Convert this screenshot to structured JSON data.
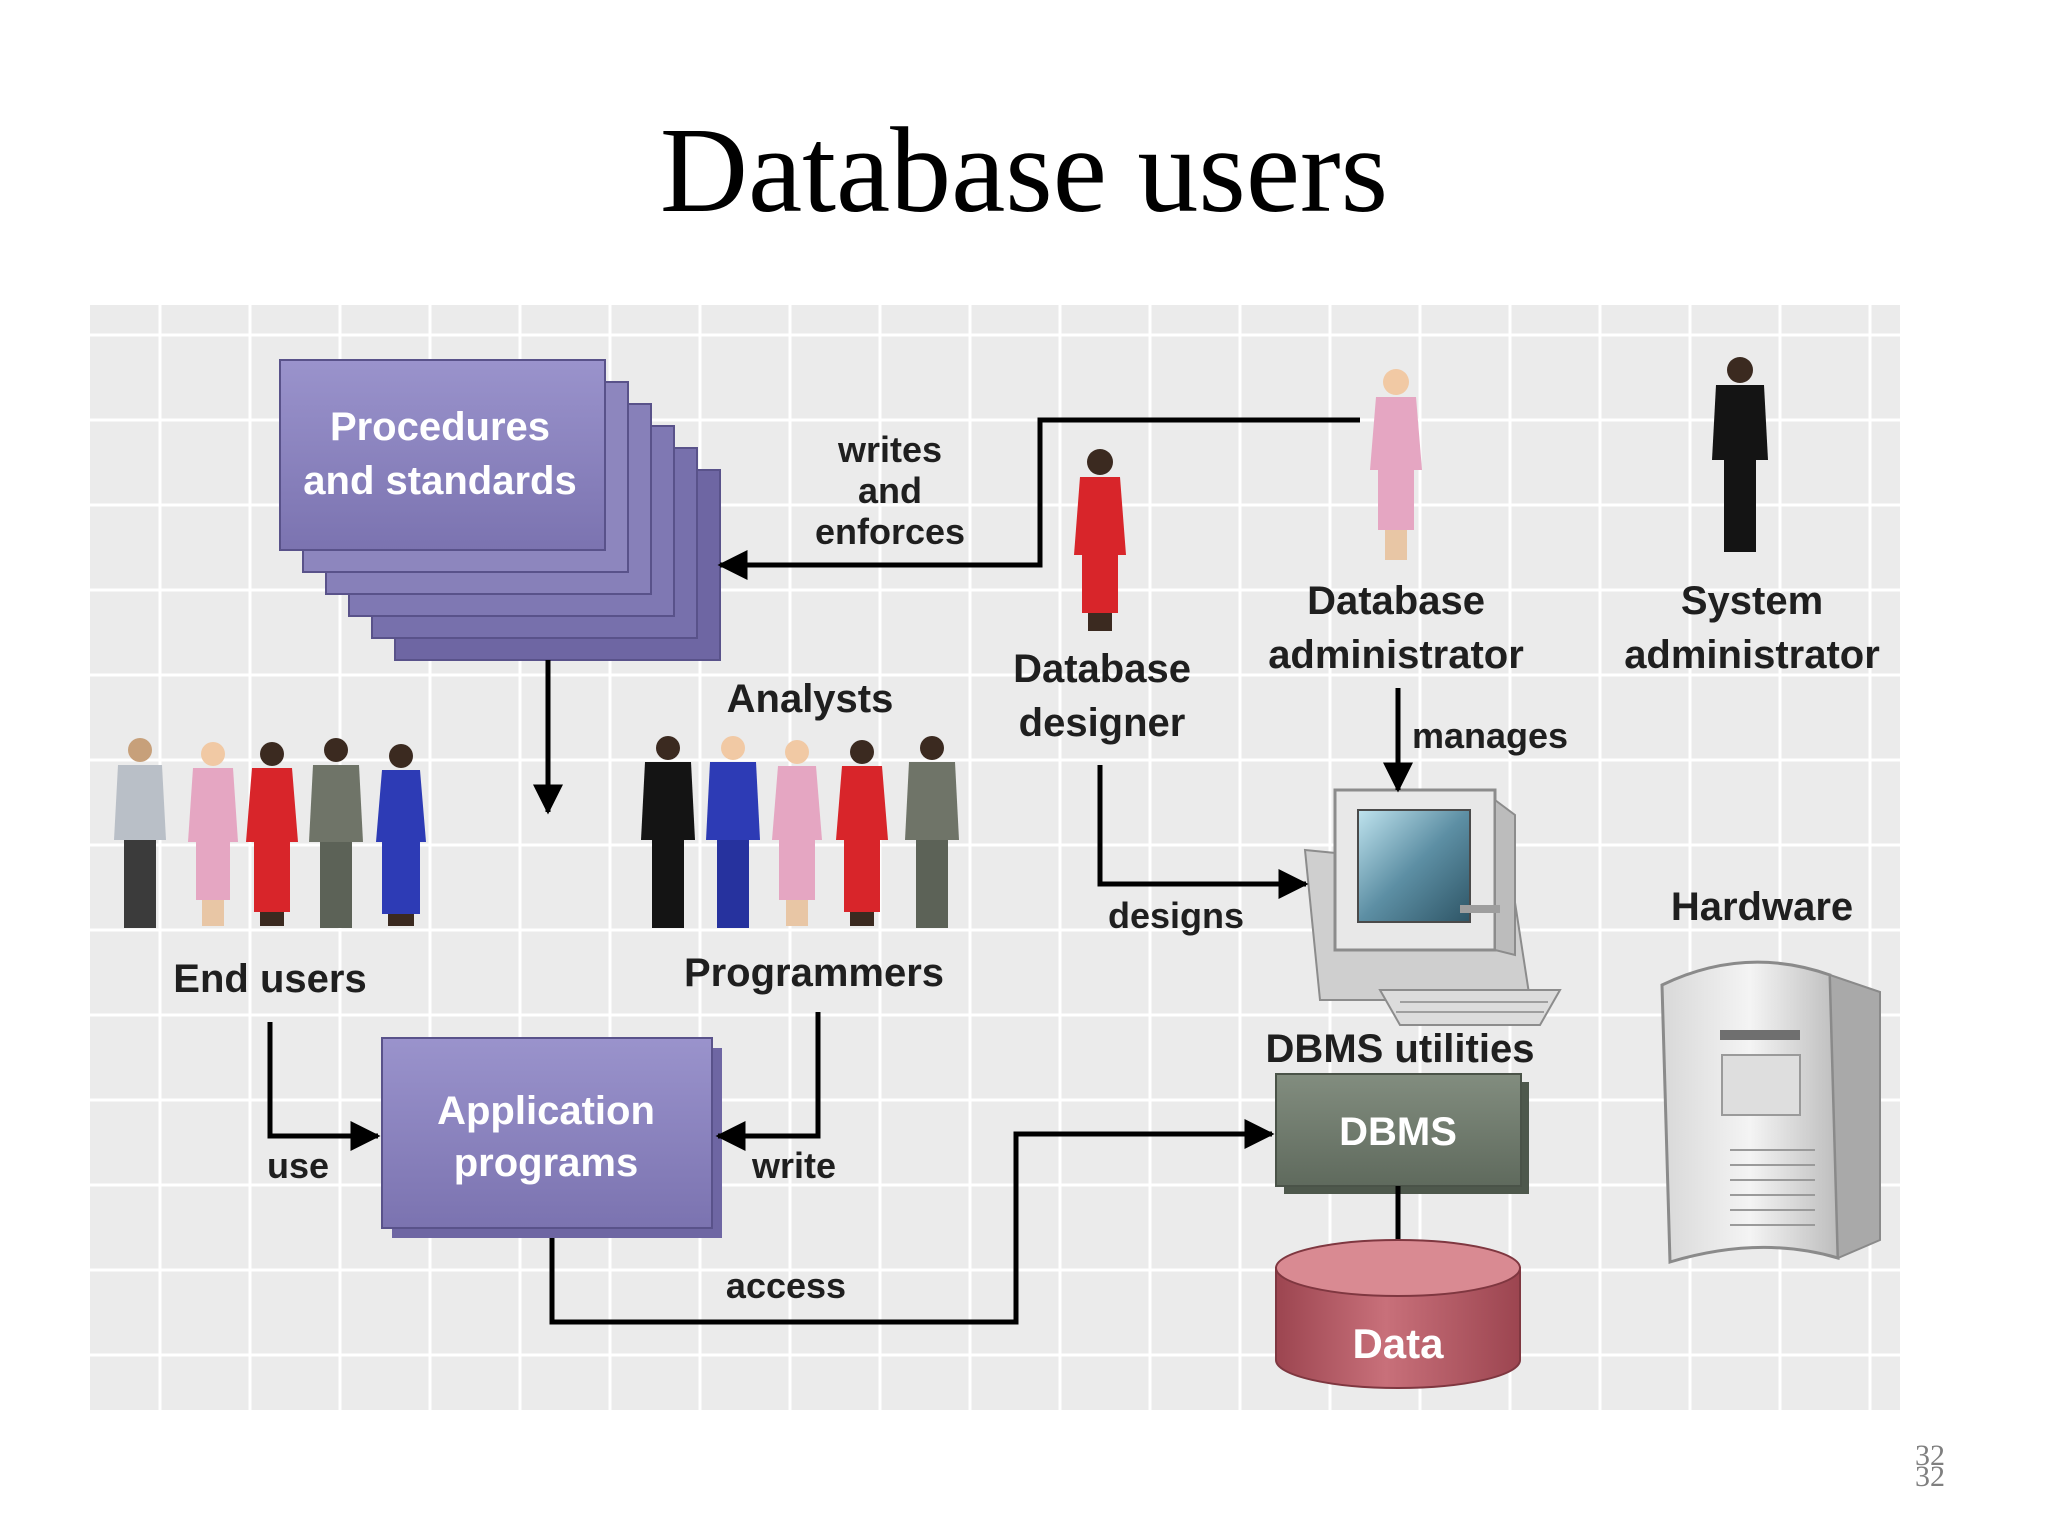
{
  "slide": {
    "title": "Database users",
    "page_number": "32"
  },
  "diagram": {
    "boxes": {
      "procedures_line1": "Procedures",
      "procedures_line2": "and standards",
      "application_line1": "Application",
      "application_line2": "programs",
      "dbms": "DBMS",
      "data": "Data"
    },
    "actors": {
      "end_users": "End users",
      "analysts": "Analysts",
      "programmers": "Programmers",
      "db_designer_line1": "Database",
      "db_designer_line2": "designer",
      "db_admin_line1": "Database",
      "db_admin_line2": "administrator",
      "sys_admin_line1": "System",
      "sys_admin_line2": "administrator"
    },
    "labels": {
      "hardware": "Hardware",
      "dbms_utilities": "DBMS utilities"
    },
    "edges": {
      "writes_line1": "writes",
      "writes_line2": "and",
      "writes_line3": "enforces",
      "manages": "manages",
      "designs": "designs",
      "use": "use",
      "write": "write",
      "access": "access"
    },
    "colors": {
      "panel_bg": "#ebebeb",
      "grid": "#ffffff",
      "procedure_box": "#8a82bd",
      "dbms_box": "#6f7a6c",
      "data_cylinder": "#b85a62",
      "arrow": "#000000"
    }
  }
}
